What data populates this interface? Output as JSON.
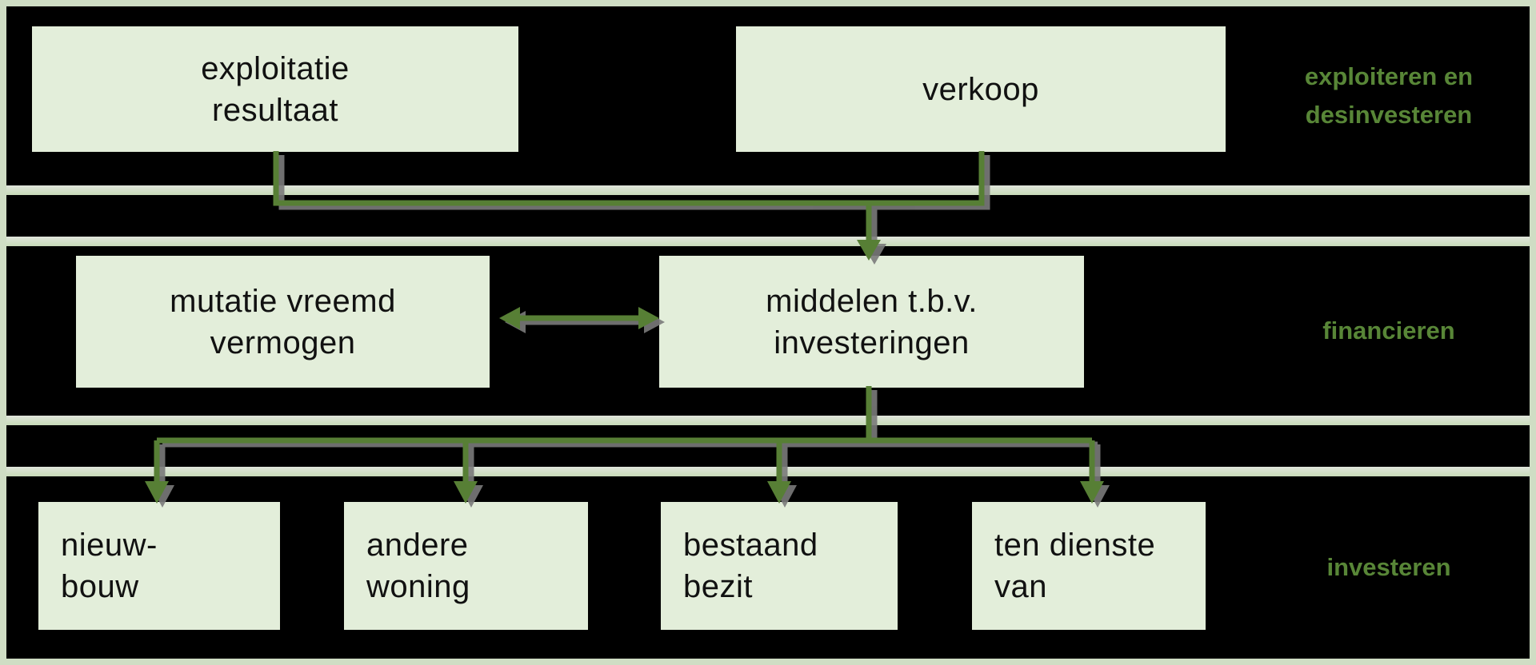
{
  "diagram": {
    "language": "nl",
    "rows": [
      {
        "band_label_lines": [
          "exploiteren en",
          "desinvesteren"
        ],
        "boxes": [
          {
            "id": "exploitatie-resultaat",
            "lines": [
              "exploitatie",
              "resultaat"
            ]
          },
          {
            "id": "verkoop",
            "lines": [
              "verkoop"
            ]
          }
        ]
      },
      {
        "band_label_lines": [
          "financieren"
        ],
        "boxes": [
          {
            "id": "mutatie-vreemd-vermogen",
            "lines": [
              "mutatie vreemd",
              "vermogen"
            ]
          },
          {
            "id": "middelen-tbv-investeringen",
            "lines": [
              "middelen t.b.v.",
              "investeringen"
            ]
          }
        ]
      },
      {
        "band_label_lines": [
          "investeren"
        ],
        "boxes": [
          {
            "id": "nieuwbouw",
            "lines": [
              "nieuw-",
              "bouw"
            ]
          },
          {
            "id": "andere-woning",
            "lines": [
              "andere",
              "woning"
            ]
          },
          {
            "id": "bestaand-bezit",
            "lines": [
              "bestaand",
              "bezit"
            ]
          },
          {
            "id": "ten-dienste-van",
            "lines": [
              "ten dienste",
              "van"
            ]
          }
        ]
      }
    ],
    "connectors": [
      {
        "type": "elbow-arrow",
        "from": [
          "exploitatie-resultaat",
          "verkoop"
        ],
        "to": "middelen-tbv-investeringen"
      },
      {
        "type": "double-arrow",
        "between": [
          "mutatie-vreemd-vermogen",
          "middelen-tbv-investeringen"
        ]
      },
      {
        "type": "branch-arrow",
        "from": "middelen-tbv-investeringen",
        "to": [
          "nieuwbouw",
          "andere-woning",
          "bestaand-bezit",
          "ten-dienste-van"
        ]
      }
    ],
    "colors": {
      "background": "#000000",
      "box_fill": "#e3eeda",
      "box_text": "#111111",
      "frame_green": "#cfddc4",
      "arrow_green": "#577f35",
      "arrow_shadow_gray": "#7b7b7b",
      "label_green": "#588637"
    }
  }
}
